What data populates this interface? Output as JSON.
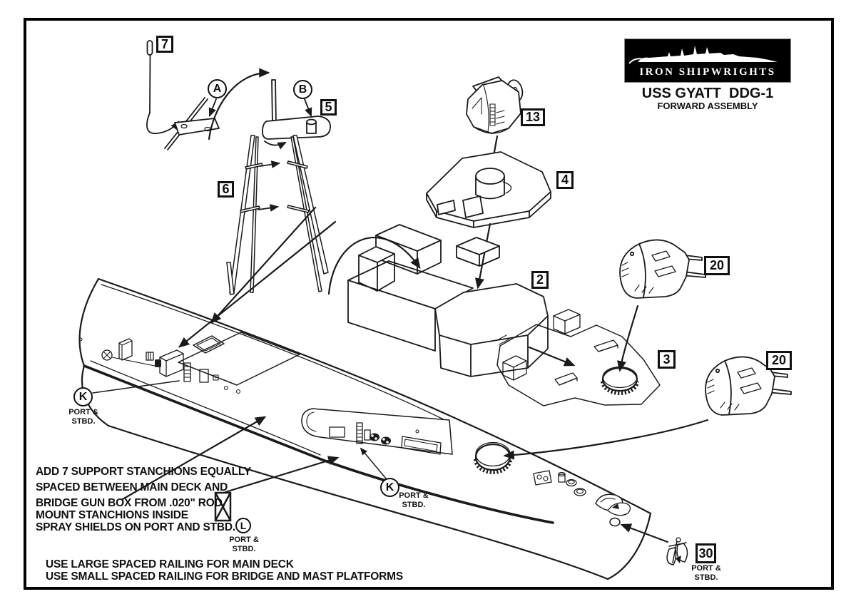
{
  "page": {
    "background": "#ffffff",
    "line_color": "#1a1a1a",
    "border_color": "#000000"
  },
  "title_block": {
    "brand": "IRON SHIPWRIGHTS",
    "ship_name": "USS GYATT  DDG-1",
    "subtitle": "FORWARD ASSEMBLY",
    "logo_bg": "#000000",
    "logo_text_color": "#ffffff"
  },
  "part_labels": {
    "p7": "7",
    "p5": "5",
    "p6": "6",
    "p13": "13",
    "p4": "4",
    "p2": "2",
    "p20a": "20",
    "p3": "3",
    "p20b": "20",
    "p30": "30"
  },
  "ref_labels": {
    "cA": "A",
    "cB": "B",
    "cK1": "K",
    "cK2": "K",
    "cL": "L"
  },
  "side_note": {
    "line1": "PORT &",
    "line2": "STBD."
  },
  "instructions": {
    "stanchions": [
      "ADD 7 SUPPORT STANCHIONS EQUALLY",
      "SPACED BETWEEN MAIN DECK AND",
      "BRIDGE GUN BOX FROM .020\" ROD."
    ],
    "mounting": [
      "MOUNT STANCHIONS INSIDE",
      "SPRAY SHIELDS ON PORT AND STBD."
    ],
    "railing": [
      "USE LARGE SPACED RAILING FOR MAIN DECK",
      "USE SMALL SPACED RAILING FOR BRIDGE AND MAST PLATFORMS"
    ]
  }
}
